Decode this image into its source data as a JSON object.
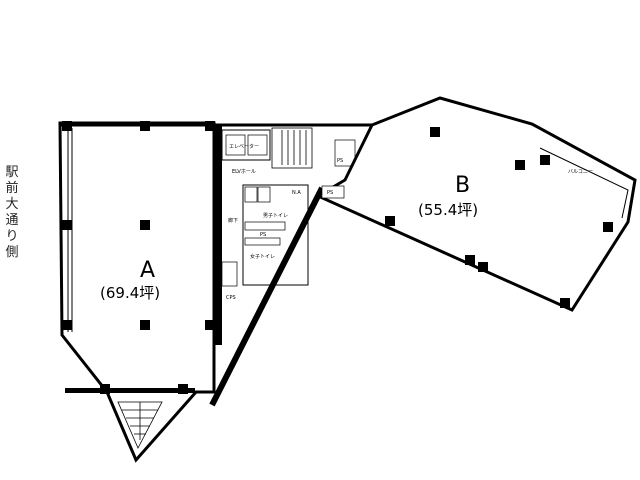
{
  "street_label": "駅前大通り側",
  "units": [
    {
      "letter": "A",
      "area": "(69.4坪)"
    },
    {
      "letter": "B",
      "area": "(55.4坪)"
    }
  ],
  "core_labels": {
    "elevator": "エレベーター",
    "elv_hall": "ELVホール",
    "mens_toilet": "男子トイレ",
    "womens_toilet": "女子トイレ",
    "ps1": "PS",
    "ps2": "PS",
    "ps3": "PS",
    "cps": "CPS",
    "corridor": "廊下",
    "na": "N.A",
    "balcony": "バルコニー"
  }
}
